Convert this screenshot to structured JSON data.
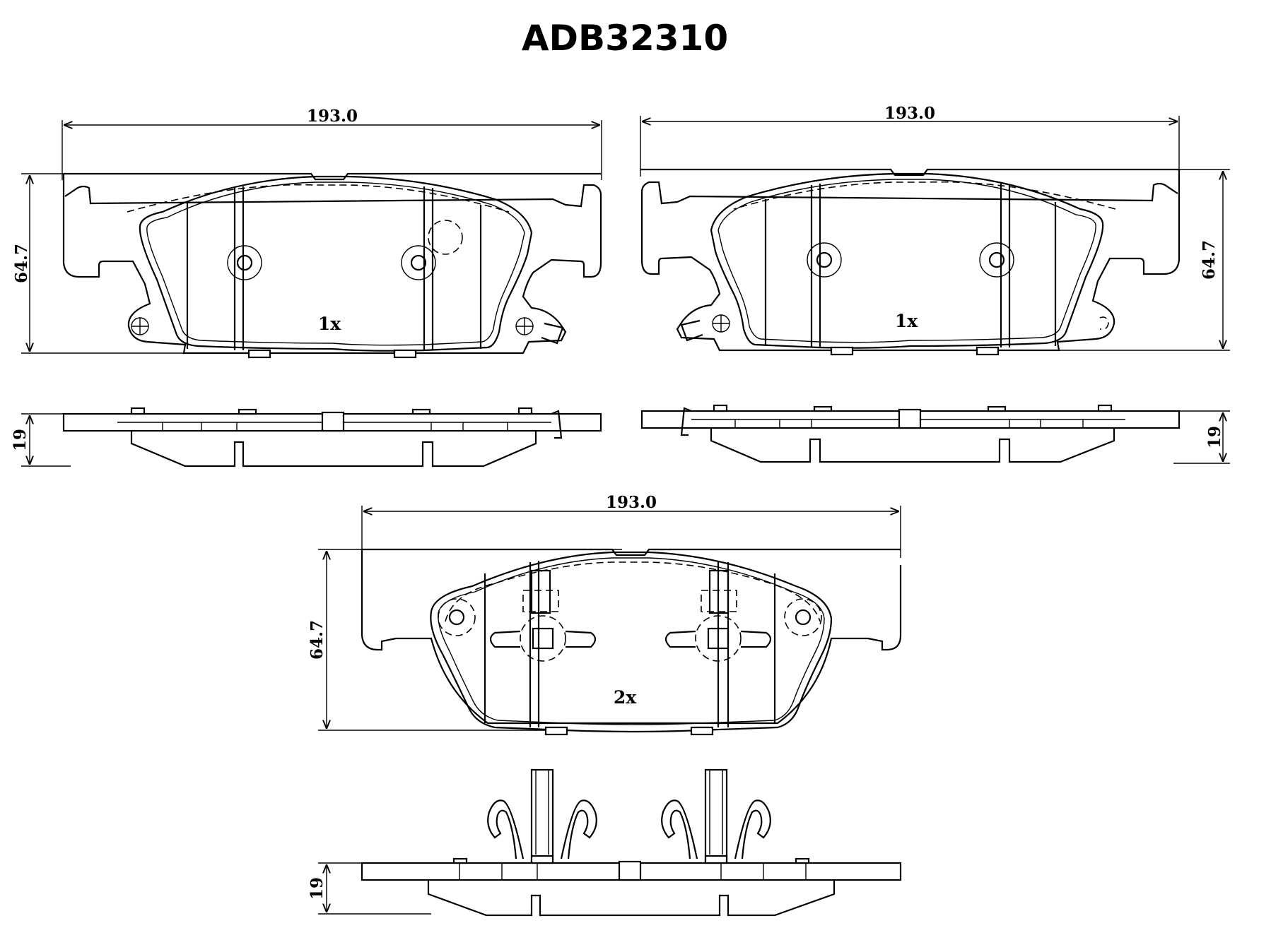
{
  "title": "ADB32310",
  "views": {
    "pad_left": {
      "width_label": "193.0",
      "height_label": "64.7",
      "thickness_label": "19",
      "quantity": "1x"
    },
    "pad_right": {
      "width_label": "193.0",
      "height_label": "64.7",
      "thickness_label": "19",
      "quantity": "1x"
    },
    "pad_center": {
      "width_label": "193.0",
      "height_label": "64.7",
      "thickness_label": "19",
      "quantity": "2x"
    }
  }
}
